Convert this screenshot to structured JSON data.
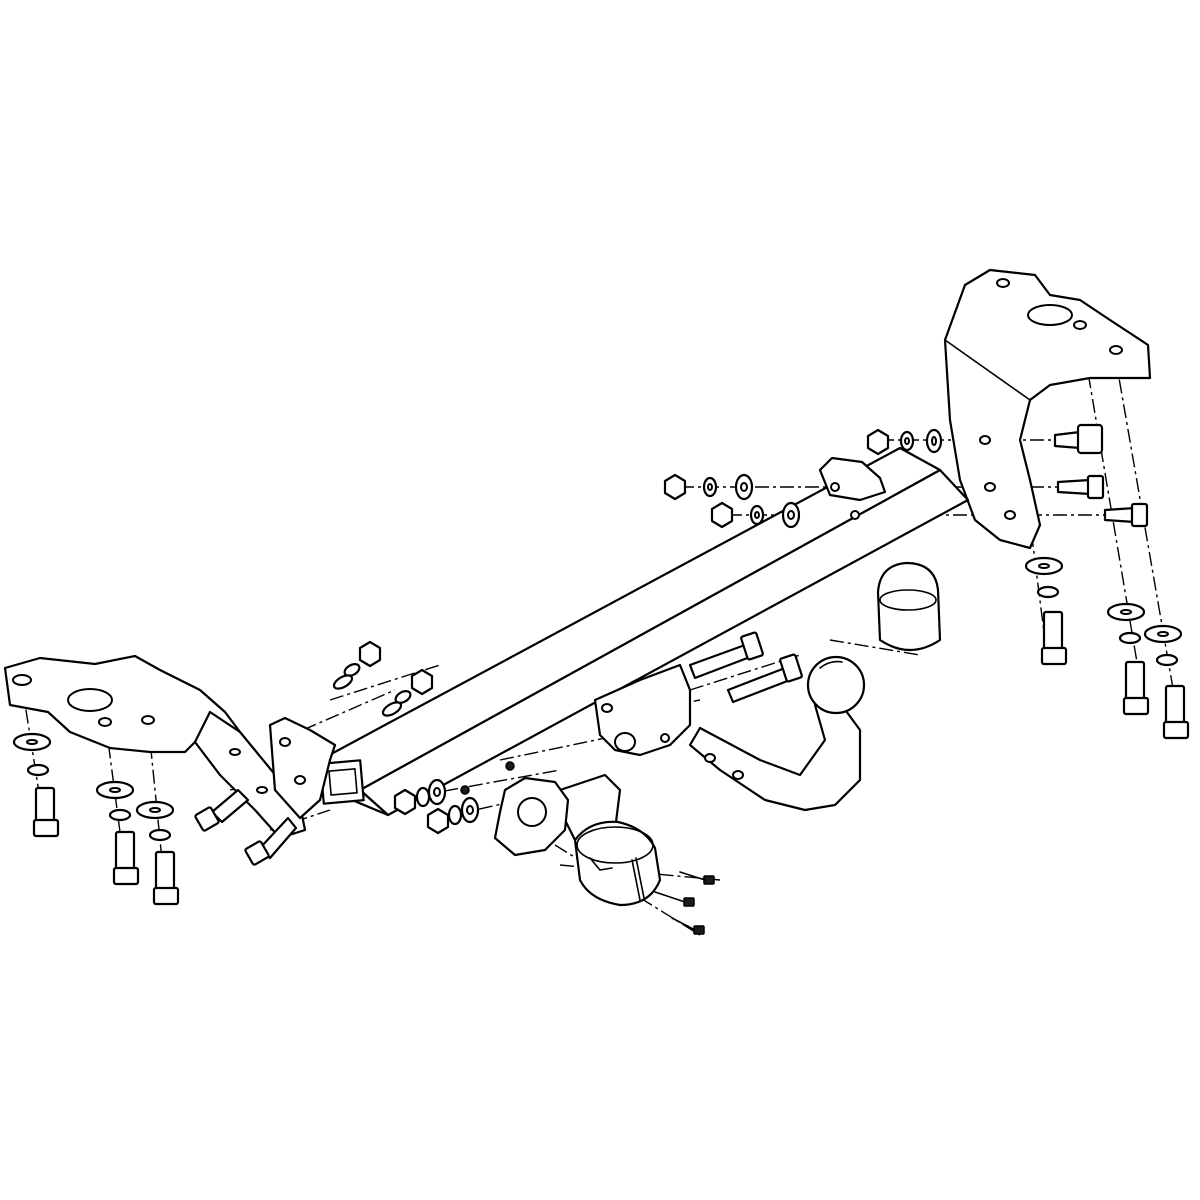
{
  "diagram": {
    "type": "exploded-assembly",
    "subject": "towbar-hitch",
    "parts": [
      "left-mounting-bracket",
      "right-mounting-bracket",
      "crossbeam",
      "end-plate",
      "tow-ball-neck",
      "tow-ball-cover",
      "socket-plate",
      "electrical-socket",
      "bolts",
      "nuts",
      "washers"
    ],
    "colors": {
      "line": "#000000",
      "background": "#ffffff"
    }
  }
}
